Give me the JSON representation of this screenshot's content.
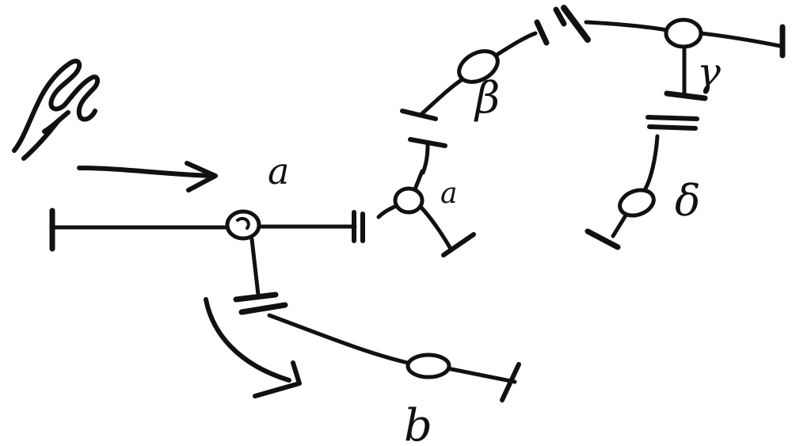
{
  "diagram": {
    "ink_color": "#111111",
    "background": "#ffffff",
    "labels": {
      "a_main": "a",
      "a_small": "a",
      "beta": "β",
      "gamma": "γ",
      "delta": "δ",
      "b": "b"
    }
  }
}
